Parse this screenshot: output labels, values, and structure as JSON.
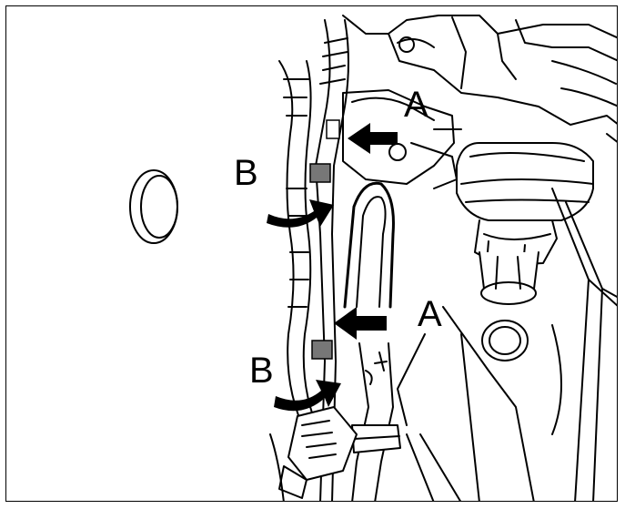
{
  "figure": {
    "callouts": [
      {
        "id": "a-upper",
        "text": "A"
      },
      {
        "id": "b-upper",
        "text": "B"
      },
      {
        "id": "a-lower",
        "text": "A"
      },
      {
        "id": "b-lower",
        "text": "B"
      }
    ]
  },
  "colors": {
    "line": "#000000",
    "fill": "#ffffff",
    "connector": "#777777",
    "arrow": "#000000"
  }
}
